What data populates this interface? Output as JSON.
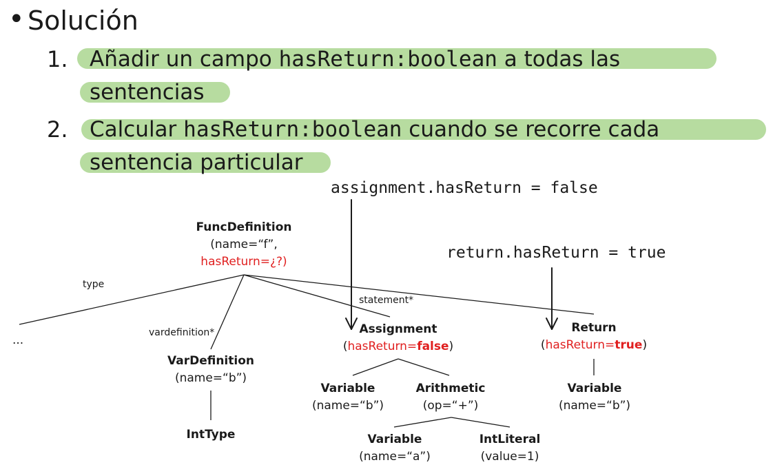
{
  "heading": {
    "bullet": "•",
    "title": "Solución"
  },
  "steps": [
    {
      "number": "1.",
      "line1_pre": "Añadir un campo ",
      "line1_code": "hasReturn:boolean",
      "line1_post": " a todas las",
      "line2": "sentencias"
    },
    {
      "number": "2.",
      "line1_pre": "Calcular ",
      "line1_code": "hasReturn:boolean",
      "line1_post": " cuando se recorre cada",
      "line2": "sentencia particular"
    }
  ],
  "annotations": {
    "assignment": "assignment.hasReturn = false",
    "return": "return.hasReturn = true"
  },
  "edge_labels": {
    "type": "type",
    "vardefinition": "vardefinition*",
    "statement": "statement*"
  },
  "tree": {
    "func": {
      "name": "FuncDefinition",
      "attr1": "(name=“f”,",
      "attr2": "hasReturn=¿?)"
    },
    "ellipsis": "...",
    "vardef": {
      "name": "VarDefinition",
      "attr": "(name=“b”)"
    },
    "inttype": {
      "name": "IntType"
    },
    "assignment": {
      "name": "Assignment",
      "open": "(",
      "key": "hasReturn=",
      "value": "false",
      "close": ")"
    },
    "ret": {
      "name": "Return",
      "open": "(",
      "key": "hasReturn=",
      "value": "true",
      "close": ")"
    },
    "var_left": {
      "name": "Variable",
      "attr": "(name=“b”)"
    },
    "arith": {
      "name": "Arithmetic",
      "attr": "(op=“+”)"
    },
    "var_ret": {
      "name": "Variable",
      "attr": "(name=“b”)"
    },
    "var_a": {
      "name": "Variable",
      "attr": "(name=“a”)"
    },
    "intlit": {
      "name": "IntLiteral",
      "attr": "(value=1)"
    }
  },
  "colors": {
    "highlight": "#b7dca0",
    "accent_red": "#e02020",
    "text": "#1a1a1a"
  }
}
